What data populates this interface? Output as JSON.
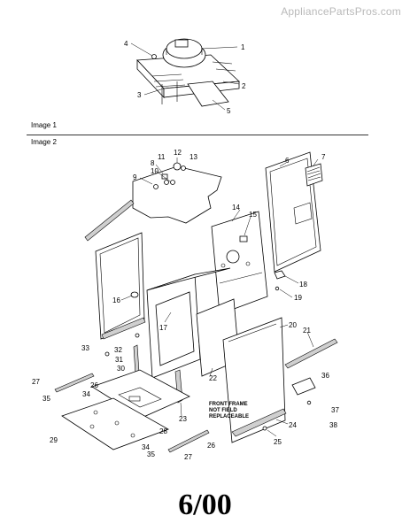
{
  "watermark": "AppliancePartsPros.com",
  "sections": {
    "image1": "Image 1",
    "image2": "Image 2"
  },
  "note": [
    "FRONT FRAME",
    "NOT FIELD",
    "REPLACEABLE"
  ],
  "date": "6/00",
  "callouts": [
    {
      "id": "c1",
      "n": "1"
    },
    {
      "id": "c2",
      "n": "2"
    },
    {
      "id": "c3",
      "n": "3"
    },
    {
      "id": "c4",
      "n": "4"
    },
    {
      "id": "c5",
      "n": "5"
    },
    {
      "id": "c6",
      "n": "6"
    },
    {
      "id": "c7",
      "n": "7"
    },
    {
      "id": "c8",
      "n": "8"
    },
    {
      "id": "c9",
      "n": "9"
    },
    {
      "id": "c10",
      "n": "10"
    },
    {
      "id": "c11",
      "n": "11"
    },
    {
      "id": "c12",
      "n": "12"
    },
    {
      "id": "c13",
      "n": "13"
    },
    {
      "id": "c14",
      "n": "14"
    },
    {
      "id": "c15",
      "n": "15"
    },
    {
      "id": "c16",
      "n": "16"
    },
    {
      "id": "c17",
      "n": "17"
    },
    {
      "id": "c18",
      "n": "18"
    },
    {
      "id": "c19",
      "n": "19"
    },
    {
      "id": "c20",
      "n": "20"
    },
    {
      "id": "c21",
      "n": "21"
    },
    {
      "id": "c22",
      "n": "22"
    },
    {
      "id": "c23",
      "n": "23"
    },
    {
      "id": "c24",
      "n": "24"
    },
    {
      "id": "c25",
      "n": "25"
    },
    {
      "id": "c26a",
      "n": "26"
    },
    {
      "id": "c26b",
      "n": "26"
    },
    {
      "id": "c27a",
      "n": "27"
    },
    {
      "id": "c27b",
      "n": "27"
    },
    {
      "id": "c28",
      "n": "28"
    },
    {
      "id": "c29",
      "n": "29"
    },
    {
      "id": "c30",
      "n": "30"
    },
    {
      "id": "c31",
      "n": "31"
    },
    {
      "id": "c32",
      "n": "32"
    },
    {
      "id": "c33",
      "n": "33"
    },
    {
      "id": "c34a",
      "n": "34"
    },
    {
      "id": "c34b",
      "n": "34"
    },
    {
      "id": "c35a",
      "n": "35"
    },
    {
      "id": "c35b",
      "n": "35"
    },
    {
      "id": "c36",
      "n": "36"
    },
    {
      "id": "c37",
      "n": "37"
    },
    {
      "id": "c38",
      "n": "38"
    }
  ]
}
